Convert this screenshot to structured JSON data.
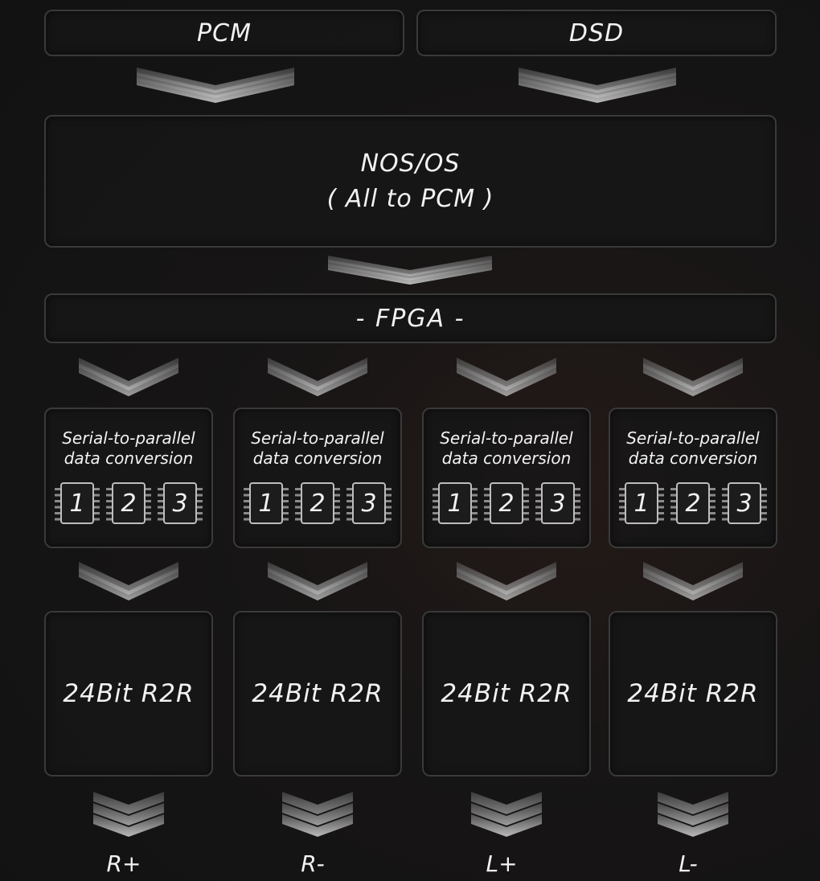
{
  "inputs": {
    "pcm": "PCM",
    "dsd": "DSD"
  },
  "processing": {
    "line1": "NOS/OS",
    "line2": "( All to PCM )"
  },
  "fpga": "- FPGA -",
  "converters": [
    {
      "line1": "Serial-to-parallel",
      "line2": "data conversion",
      "chips": [
        "1",
        "2",
        "3"
      ]
    },
    {
      "line1": "Serial-to-parallel",
      "line2": "data conversion",
      "chips": [
        "1",
        "2",
        "3"
      ]
    },
    {
      "line1": "Serial-to-parallel",
      "line2": "data conversion",
      "chips": [
        "1",
        "2",
        "3"
      ]
    },
    {
      "line1": "Serial-to-parallel",
      "line2": "data conversion",
      "chips": [
        "1",
        "2",
        "3"
      ]
    }
  ],
  "dacs": [
    "24Bit R2R",
    "24Bit R2R",
    "24Bit R2R",
    "24Bit R2R"
  ],
  "outputs": [
    "R+",
    "R-",
    "L+",
    "L-"
  ]
}
